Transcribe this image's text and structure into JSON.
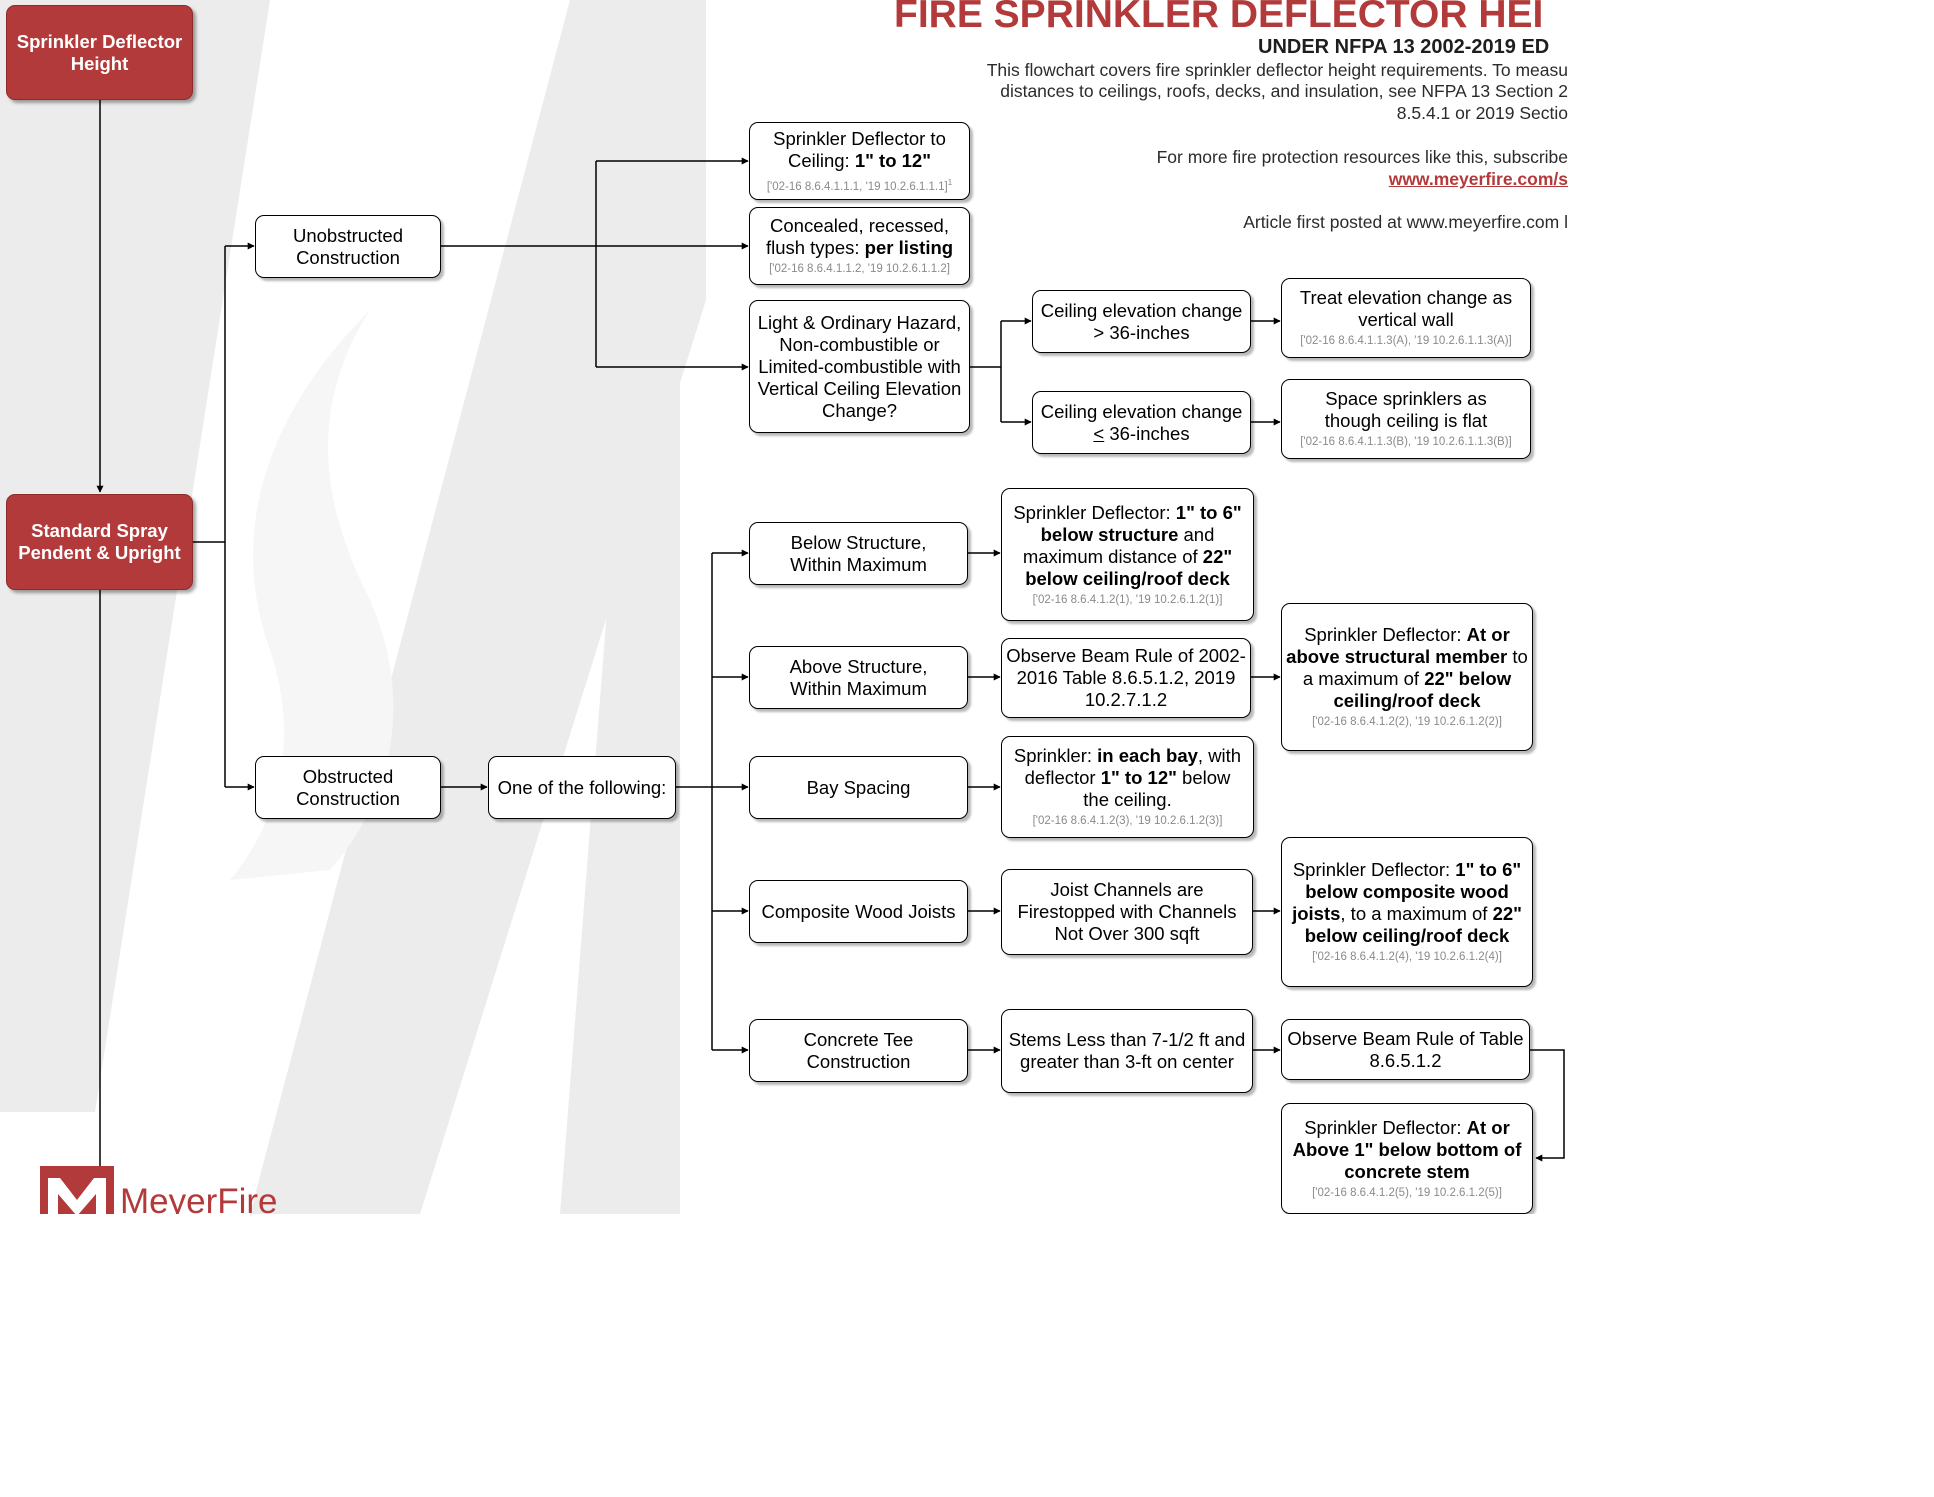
{
  "header": {
    "title": "FIRE SPRINKLER DEFLECTOR HEI",
    "subtitle": "UNDER NFPA 13 2002-2019 ED",
    "intro_lines": [
      "This flowchart covers fire sprinkler deflector height requirements. To measu",
      "distances to ceilings, roofs, decks, and insulation, see NFPA 13 Section 2",
      "8.5.4.1 or 2019 Sectio"
    ],
    "more_resources": "For more fire protection resources like this, subscribe",
    "url": "www.meyerfire.com/s",
    "posted": "Article first posted at www.meyerfire.com l"
  },
  "logo": {
    "name": "MeyerFire"
  },
  "colors": {
    "brand_red": "#b33a3a",
    "node_border": "#000000",
    "reference_grey": "#8a8a8a",
    "background_shape": "#ececec"
  },
  "nodes": {
    "deflector_height": {
      "text": "Sprinkler Deflector Height"
    },
    "standard_spray": {
      "text": "Standard Spray Pendent & Upright"
    },
    "unobstructed": {
      "text": "Unobstructed Construction"
    },
    "obstructed": {
      "text": "Obstructed Construction"
    },
    "one_of_following": {
      "text": "One of the following:"
    },
    "to_ceiling": {
      "pre": "Sprinkler Deflector to Ceiling: ",
      "bold": "1\" to 12\"",
      "ref": "['02-16 8.6.4.1.1.1, '19 10.2.6.1.1.1]",
      "ref_note": "1"
    },
    "concealed": {
      "pre": "Concealed, recessed, flush types: ",
      "bold": "per listing",
      "ref": "['02-16 8.6.4.1.1.2, '19 10.2.6.1.1.2]"
    },
    "hazard_question": {
      "text": "Light & Ordinary Hazard, Non-combustible or Limited-combustible with Vertical Ceiling Elevation Change?"
    },
    "elev_gt": {
      "line1": "Ceiling elevation change",
      "line2": "> 36-inches"
    },
    "elev_le": {
      "line1": "Ceiling elevation change",
      "line2_symbol": "<",
      "line2_rest": " 36-inches"
    },
    "vertical_wall": {
      "text": "Treat elevation change as vertical wall",
      "ref": "['02-16 8.6.4.1.1.3(A), '19 10.2.6.1.1.3(A)]"
    },
    "flat_ceiling": {
      "text": "Space sprinklers as though ceiling is flat",
      "ref": "['02-16 8.6.4.1.1.3(B), '19 10.2.6.1.1.3(B)]"
    },
    "below_structure": {
      "text": "Below Structure, Within Maximum"
    },
    "above_structure": {
      "text": "Above Structure, Within Maximum"
    },
    "bay_spacing": {
      "text": "Bay Spacing"
    },
    "composite_joists": {
      "text": "Composite Wood Joists"
    },
    "concrete_tee": {
      "text": "Concrete Tee Construction"
    },
    "below_rule": {
      "s1": "Sprinkler Deflector: ",
      "b1": "1\" to 6\" below structure",
      "s2": " and maximum distance of ",
      "b2": "22\" below ceiling/roof deck",
      "ref": "['02-16 8.6.4.1.2(1), '19 10.2.6.1.2(1)]"
    },
    "beam_rule": {
      "text": "Observe Beam Rule of 2002-2016 Table 8.6.5.1.2, 2019 10.2.7.1.2"
    },
    "above_rule": {
      "s1": "Sprinkler Deflector: ",
      "b1": "At or above structural member",
      "s2": " to a maximum of ",
      "b2": "22\" below ceiling/roof deck",
      "ref": "['02-16 8.6.4.1.2(2), '19 10.2.6.1.2(2)]"
    },
    "bay_rule": {
      "s1": "Sprinkler: ",
      "b1": "in each bay",
      "s2": ", with deflector ",
      "b2": "1\" to 12\"",
      "s3": " below the ceiling.",
      "ref": "['02-16 8.6.4.1.2(3), '19 10.2.6.1.2(3)]"
    },
    "joist_channels": {
      "text": "Joist Channels are Firestopped with Channels Not Over 300 sqft"
    },
    "composite_rule": {
      "s1": "Sprinkler Deflector: ",
      "b1": "1\" to 6\" below composite wood joists",
      "s2": ", to a maximum of ",
      "b2": "22\" below ceiling/roof deck",
      "ref": "['02-16 8.6.4.1.2(4), '19 10.2.6.1.2(4)]"
    },
    "stems": {
      "text": "Stems Less than 7-1/2 ft and greater than 3-ft on center"
    },
    "beam_rule_table": {
      "text": "Observe Beam Rule of Table 8.6.5.1.2"
    },
    "concrete_rule": {
      "s1": "Sprinkler Deflector: ",
      "b1": "At or Above 1\" below bottom of concrete stem",
      "ref": "['02-16 8.6.4.1.2(5), '19 10.2.6.1.2(5)]"
    }
  }
}
